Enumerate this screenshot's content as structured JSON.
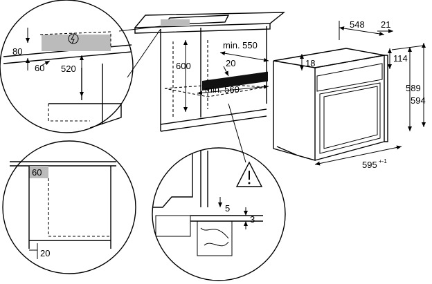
{
  "dimensions": {
    "niche_height_max": "600",
    "niche_depth": "min. 550",
    "niche_width": "min. 560",
    "gap_top": "20",
    "oven_depth": "548",
    "front_frame": "21",
    "top_offset": "114",
    "top_gap": "18",
    "oven_height": "589",
    "overall_height": "594",
    "oven_width": "595",
    "oven_width_tolerance": "+-1",
    "cutout_top": "80",
    "cutout_side": "60",
    "cutout_height": "520",
    "vent_opening": "60",
    "rear_gap": "20",
    "door_gap": "5",
    "floor_gap": "3"
  },
  "icons": [
    "electric-warning-icon",
    "hazard-warning-icon"
  ]
}
